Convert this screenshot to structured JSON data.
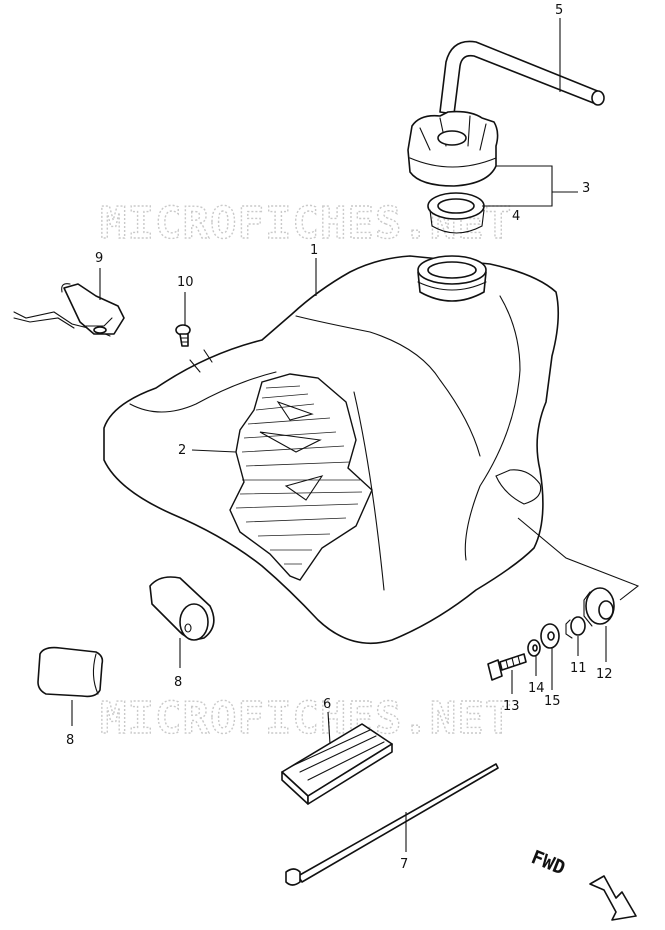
{
  "watermarks": [
    "MICROFICHES.NET",
    "MICROFICHES.NET"
  ],
  "callouts": [
    {
      "id": "callout-1",
      "label": "1"
    },
    {
      "id": "callout-2",
      "label": "2"
    },
    {
      "id": "callout-3",
      "label": "3"
    },
    {
      "id": "callout-4",
      "label": "4"
    },
    {
      "id": "callout-5",
      "label": "5"
    },
    {
      "id": "callout-6",
      "label": "6"
    },
    {
      "id": "callout-7",
      "label": "7"
    },
    {
      "id": "callout-8a",
      "label": "8"
    },
    {
      "id": "callout-8b",
      "label": "8"
    },
    {
      "id": "callout-9",
      "label": "9"
    },
    {
      "id": "callout-10",
      "label": "10"
    },
    {
      "id": "callout-11",
      "label": "11"
    },
    {
      "id": "callout-12",
      "label": "12"
    },
    {
      "id": "callout-13",
      "label": "13"
    },
    {
      "id": "callout-14",
      "label": "14"
    },
    {
      "id": "callout-15",
      "label": "15"
    }
  ],
  "direction_label": "FWD"
}
